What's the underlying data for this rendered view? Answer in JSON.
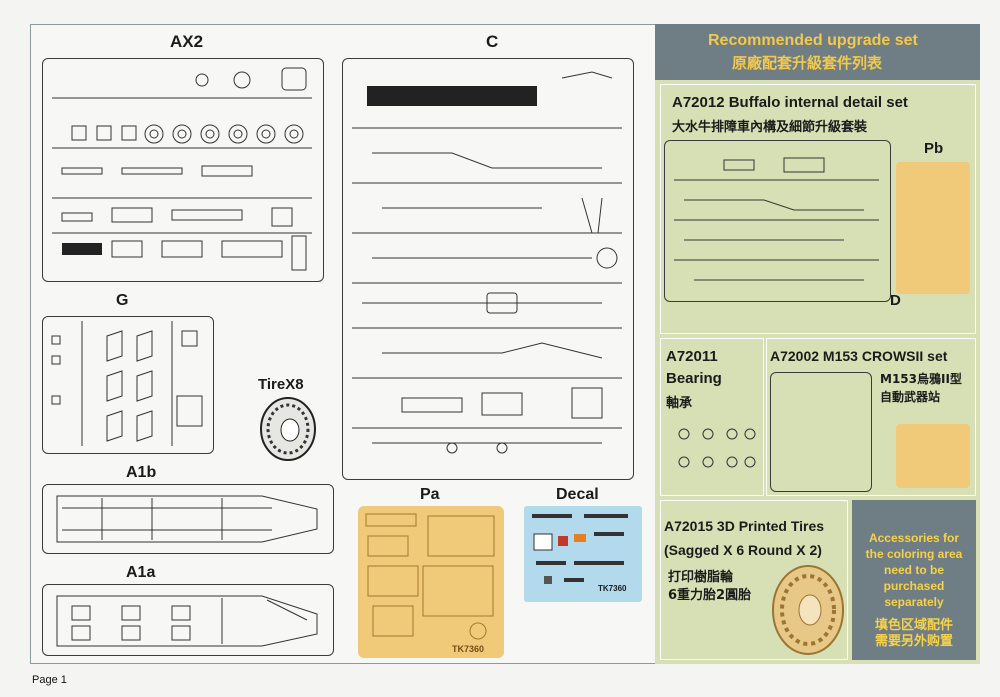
{
  "sprues": {
    "ax2": "AX2",
    "c": "C",
    "g": "G",
    "tire": "TireX8",
    "a1b": "A1b",
    "a1a": "A1a",
    "pa": "Pa",
    "pa_code": "TK7360",
    "decal": "Decal",
    "decal_code": "TK7360"
  },
  "upgrade": {
    "title": "Recommended upgrade set",
    "title_zh": "原廠配套升級套件列表",
    "sets": [
      {
        "code": "A72012  Buffalo internal detail set",
        "desc_zh": "大水牛排障車內構及細節升級套裝",
        "parts": [
          "Pb",
          "D"
        ]
      },
      {
        "code": "A72011",
        "name": "Bearing",
        "desc_zh": "軸承"
      },
      {
        "code": "A72002  M153 CROWSII set",
        "desc_zh_1": "M153烏鴉II型",
        "desc_zh_2": "自動武器站"
      },
      {
        "code": "A72015 3D Printed Tires",
        "detail": "(Sagged X 6 Round X 2)",
        "desc_zh_1": "打印樹脂輪",
        "desc_zh_2": "6重力胎2圓胎"
      }
    ],
    "note": [
      "Accessories for",
      "the coloring area",
      "need to be purchased",
      "separately"
    ],
    "note_zh": [
      "填色区域配件",
      "需要另外购置"
    ]
  },
  "footer": {
    "page": "Page 1"
  },
  "colors": {
    "panel": "#d7e0b5",
    "header": "#6f7d84",
    "title_yellow": "#f2c94c",
    "fret": "#f0c979",
    "decal": "#b3d9ec",
    "note_yellow": "#f6d24a"
  }
}
